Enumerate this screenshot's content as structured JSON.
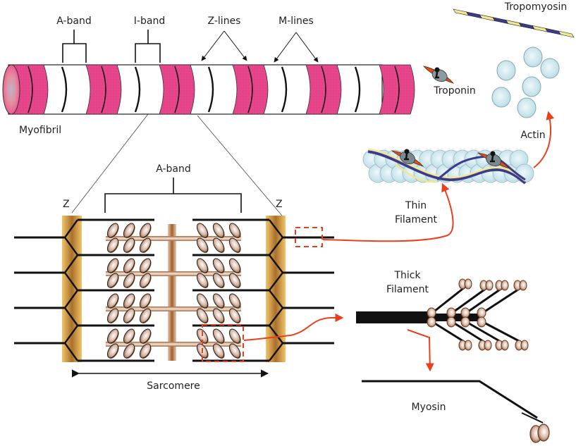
{
  "figure": {
    "type": "muscle structure hierarchy diagram",
    "colors": {
      "a_band": "#e8468c",
      "z_disc": "#c9883a",
      "myosin_head": "#a8714a",
      "actin": "#c8e6ee",
      "tropomyosin_dark": "#3c3a8c",
      "tropomyosin_light": "#f0e890",
      "arrow": "#e8401c",
      "line": "#111111"
    }
  },
  "myofibril": {
    "label": "Myofibril",
    "callouts": {
      "a_band": "A-band",
      "i_band": "I-band",
      "z_lines": "Z-lines",
      "m_lines": "M-lines"
    },
    "a_band_count": 6
  },
  "sarcomere": {
    "a_band_label": "A-band",
    "z_left": "Z",
    "z_right": "Z",
    "length_label": "Sarcomere",
    "thin_filament_rows": 4,
    "thick_filament_rows": 4
  },
  "thin_filament": {
    "label_line1": "Thin",
    "label_line2": "Filament",
    "components": {
      "actin": "Actin",
      "troponin": "Troponin",
      "tropomyosin": "Tropomyosin"
    },
    "actin_monomer_count": 6
  },
  "thick_filament": {
    "label_line1": "Thick",
    "label_line2": "Filament",
    "head_pairs": 8,
    "molecule_label": "Myosin"
  }
}
